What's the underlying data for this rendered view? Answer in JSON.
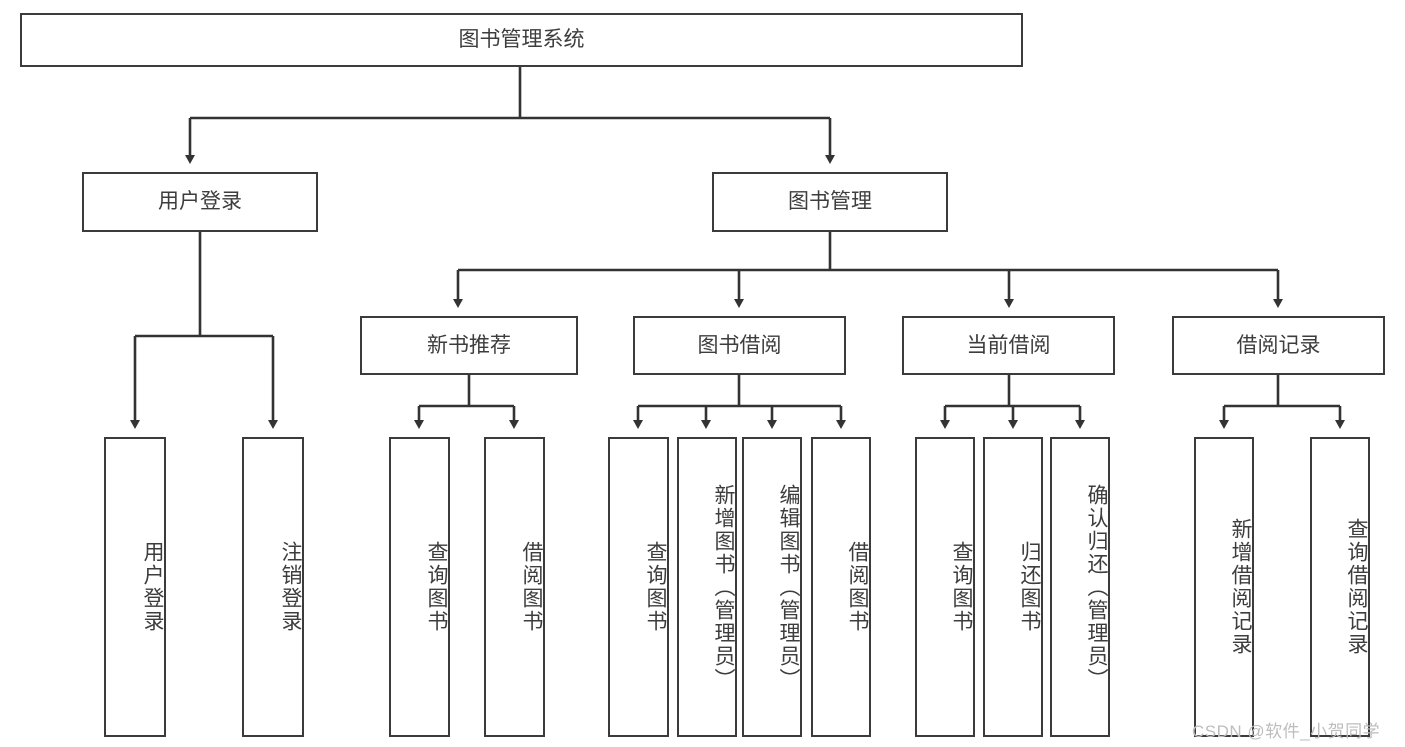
{
  "diagram": {
    "title": "图书管理系统",
    "type": "hierarchy-tree",
    "levels": [
      {
        "level": 1,
        "nodes": [
          {
            "id": "root",
            "label": "图书管理系统",
            "orientation": "horizontal"
          }
        ]
      },
      {
        "level": 2,
        "nodes": [
          {
            "id": "login",
            "label": "用户登录",
            "orientation": "horizontal",
            "parent": "root"
          },
          {
            "id": "bookmgmt",
            "label": "图书管理",
            "orientation": "horizontal",
            "parent": "root"
          }
        ]
      },
      {
        "level": 3,
        "nodes": [
          {
            "id": "newbook",
            "label": "新书推荐",
            "orientation": "horizontal",
            "parent": "bookmgmt"
          },
          {
            "id": "borrow",
            "label": "图书借阅",
            "orientation": "horizontal",
            "parent": "bookmgmt"
          },
          {
            "id": "current",
            "label": "当前借阅",
            "orientation": "horizontal",
            "parent": "bookmgmt"
          },
          {
            "id": "records",
            "label": "借阅记录",
            "orientation": "horizontal",
            "parent": "bookmgmt"
          }
        ]
      },
      {
        "level": 4,
        "nodes": [
          {
            "id": "leaf1",
            "label": "用户登录",
            "orientation": "vertical",
            "parent": "login"
          },
          {
            "id": "leaf2",
            "label": "注销登录",
            "orientation": "vertical",
            "parent": "login"
          },
          {
            "id": "leaf3",
            "label": "查询图书",
            "orientation": "vertical",
            "parent": "newbook"
          },
          {
            "id": "leaf4",
            "label": "借阅图书",
            "orientation": "vertical",
            "parent": "newbook"
          },
          {
            "id": "leaf5",
            "label": "查询图书",
            "orientation": "vertical",
            "parent": "borrow"
          },
          {
            "id": "leaf6",
            "label": "新增图书（管理员）",
            "orientation": "vertical",
            "parent": "borrow"
          },
          {
            "id": "leaf7",
            "label": "编辑图书（管理员）",
            "orientation": "vertical",
            "parent": "borrow"
          },
          {
            "id": "leaf8",
            "label": "借阅图书",
            "orientation": "vertical",
            "parent": "borrow"
          },
          {
            "id": "leaf9",
            "label": "查询图书",
            "orientation": "vertical",
            "parent": "current"
          },
          {
            "id": "leaf10",
            "label": "归还图书",
            "orientation": "vertical",
            "parent": "current"
          },
          {
            "id": "leaf11",
            "label": "确认归还（管理员）",
            "orientation": "vertical",
            "parent": "current"
          },
          {
            "id": "leaf12",
            "label": "新增借阅记录",
            "orientation": "vertical",
            "parent": "records"
          },
          {
            "id": "leaf13",
            "label": "查询借阅记录",
            "orientation": "vertical",
            "parent": "records"
          }
        ]
      }
    ],
    "colors": {
      "border": "#3b3b3b",
      "text": "#3d3d3d",
      "background": "#ffffff",
      "edge": "#333333",
      "watermark": "#bdbdbd"
    }
  },
  "watermark": {
    "text": "CSDN @软件_小贺同学"
  }
}
